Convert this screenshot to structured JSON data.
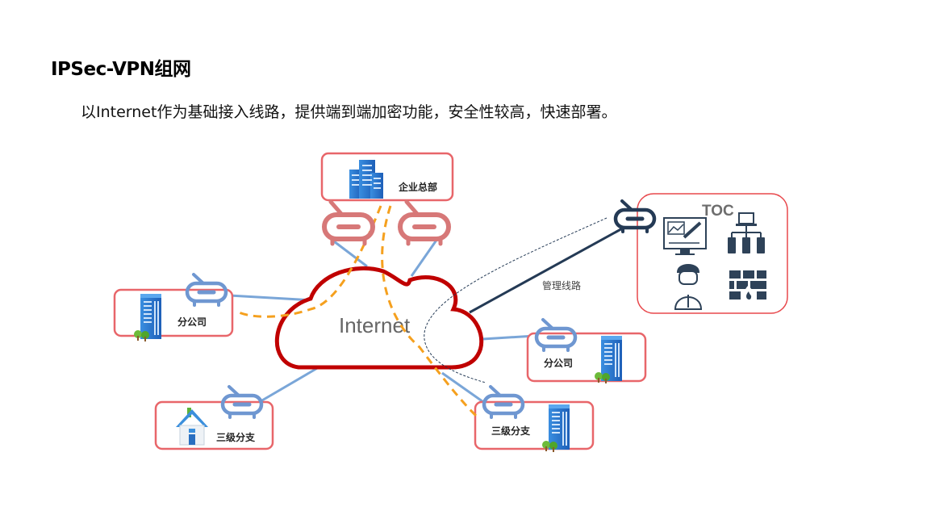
{
  "title": "IPSec-VPN组网",
  "subtitle": "以Internet作为基础接入线路，提供端到端加密功能，安全性较高，快速部署。",
  "diagram": {
    "cloud_label": "Internet",
    "mgmt_line_label": "管理线路",
    "toc_label": "TOC",
    "nodes": {
      "hq": "企业总部",
      "branch_left": "分公司",
      "branch_right": "分公司",
      "tertiary_left": "三级分支",
      "tertiary_right": "三级分支"
    },
    "toc_icons": [
      "monitor-chart-icon",
      "network-servers-icon",
      "engineer-icon",
      "firewall-icon"
    ],
    "colors": {
      "node_border": "#e8666a",
      "hq_router": "#d77878",
      "branch_router": "#6f97d1",
      "cloud_outline": "#c00000",
      "vpn_tunnel": "#f5a01e",
      "link": "#7aa6d8",
      "mgmt_link": "#243a55"
    }
  }
}
